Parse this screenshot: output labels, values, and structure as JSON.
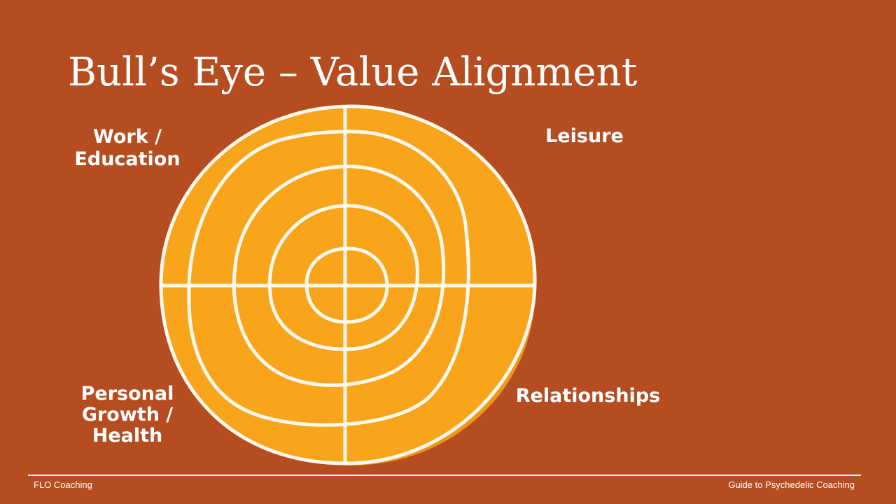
{
  "slide": {
    "title": "Bull’s Eye – Value Alignment",
    "quadrants": {
      "top_left": {
        "line1": "Work /",
        "line2": "Education"
      },
      "top_right": {
        "line1": "Leisure"
      },
      "bottom_left": {
        "line1": "Personal",
        "line2": "Growth /",
        "line3": "Health"
      },
      "bottom_right": {
        "line1": "Relationships"
      }
    },
    "footer": {
      "left": "FLO Coaching",
      "right": "Guide to Psychedelic Coaching"
    }
  },
  "colors": {
    "background": "#B54D21",
    "target_fill": "#F8A51B",
    "lines": "#FFF5E6",
    "text": "#FFFFFF"
  },
  "icons": {
    "target": "bullseye-target"
  }
}
